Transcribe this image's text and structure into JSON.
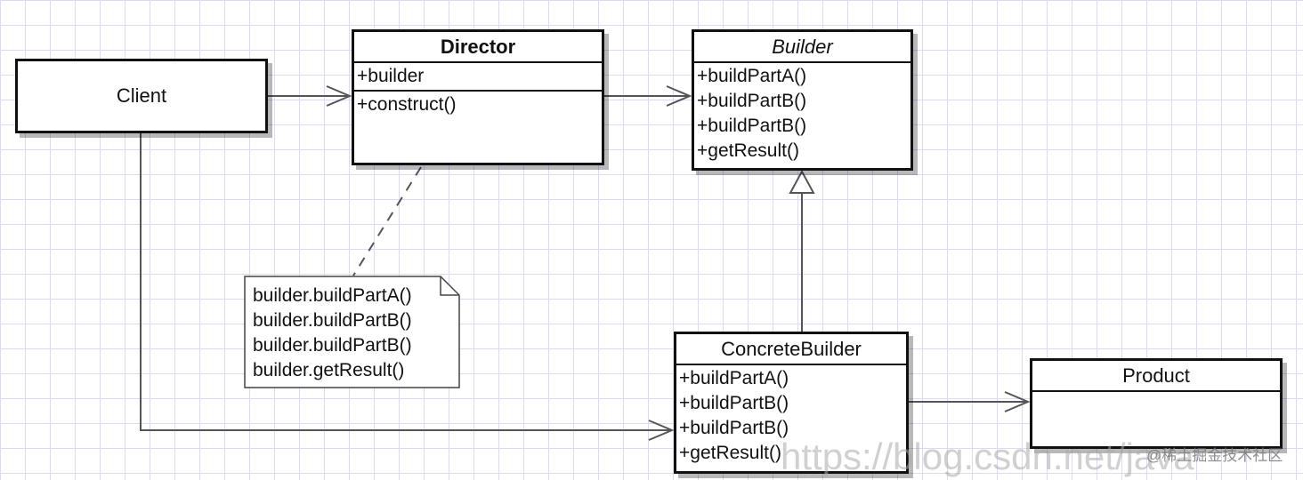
{
  "client": {
    "name": "Client"
  },
  "director": {
    "name": "Director",
    "attributes": [
      "+builder"
    ],
    "operations": [
      "+construct()"
    ]
  },
  "builder": {
    "name": "Builder",
    "operations": [
      "+buildPartA()",
      "+buildPartB()",
      "+buildPartB()",
      "+getResult()"
    ]
  },
  "concrete_builder": {
    "name": "ConcreteBuilder",
    "operations": [
      "+buildPartA()",
      "+buildPartB()",
      "+buildPartB()",
      "+getResult()"
    ]
  },
  "product": {
    "name": "Product"
  },
  "note": {
    "lines": [
      "builder.buildPartA()",
      "builder.buildPartB()",
      "builder.buildPartB()",
      "builder.getResult()"
    ]
  },
  "watermark": {
    "text": "https://blog.csdn.net/java",
    "badge": "@稀土掘金技术社区"
  },
  "colors": {
    "line": "#555555",
    "border": "#111111",
    "grid": "#dcdcec",
    "background": "#ffffff"
  }
}
